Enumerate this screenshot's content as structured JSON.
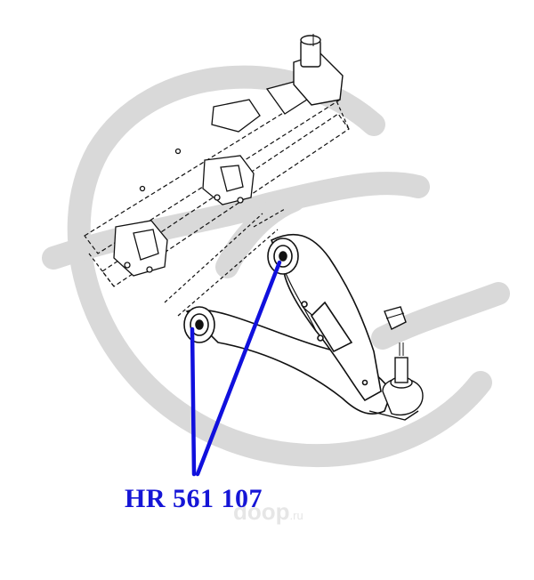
{
  "diagram": {
    "part_number": "HR 561 107",
    "watermark": {
      "text": "doop",
      "tld": ".ru"
    },
    "colors": {
      "leader_lines": "#1010dd",
      "part_number": "#1515d6",
      "drawing": "#111111",
      "watermark": "#e6e6e6"
    }
  }
}
